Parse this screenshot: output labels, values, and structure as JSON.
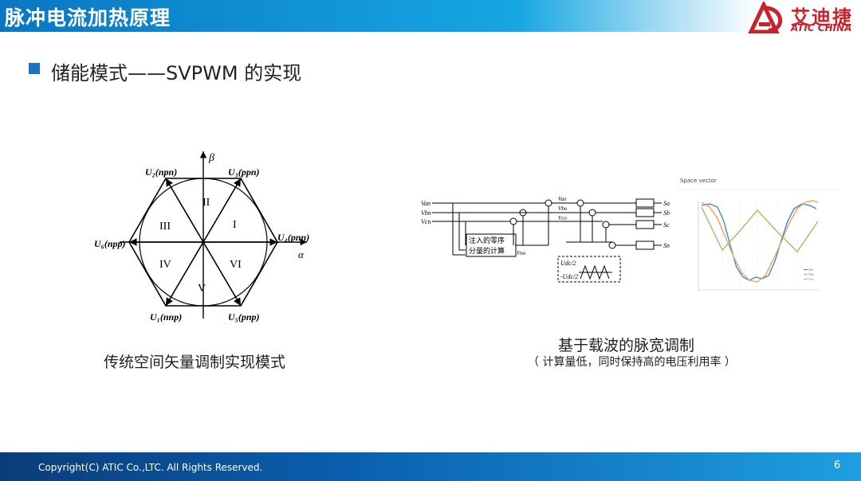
{
  "header": {
    "title": "脉冲电流加热原理"
  },
  "logo": {
    "name_cn": "艾迪捷",
    "name_en": "ATIC CHINA"
  },
  "heading": "储能模式——SVPWM 的实现",
  "left_figure": {
    "beta": "β",
    "alpha": "α",
    "vectors": [
      "U₂(npn)",
      "U₃(ppn)",
      "U₄(pnn)",
      "U₅(pnp)",
      "U₁(nnp)",
      "U₆(npp)"
    ],
    "sectors": [
      "II",
      "I",
      "III",
      "VI",
      "IV",
      "V"
    ],
    "caption": "传统空间矢量调制实现模式"
  },
  "right_figure": {
    "inputs": [
      "Van",
      "Vbn",
      "Vcn"
    ],
    "mid_labels": [
      "Vao",
      "Vbo",
      "Vco"
    ],
    "outputs": [
      "Sa",
      "Sb",
      "Sc",
      "Sn"
    ],
    "block": [
      "注入的零序",
      "分量的计算"
    ],
    "block_out": "Vno",
    "carrier": [
      "Udc/2",
      "-Udc/2"
    ],
    "caption": "基于载波的脉宽调制",
    "subcaption": "（ 计算量低，同时保持高的电压利用率 ）"
  },
  "mini_chart": {
    "title": "Space vector",
    "legend": [
      "Vao",
      "Vbo",
      "Vco"
    ]
  },
  "footer": {
    "copyright": "Copyright(C) ATIC Co.,LTC. All Rights Reserved.",
    "page": "6"
  }
}
